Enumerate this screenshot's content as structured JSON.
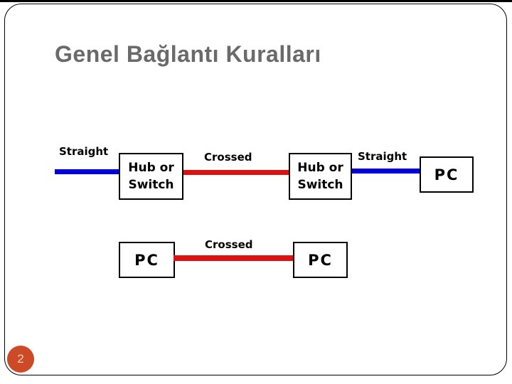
{
  "slide": {
    "title": "Genel Bağlantı Kuralları",
    "page_number": "2"
  },
  "diagram": {
    "colors": {
      "straight_cable": "#0000DD",
      "crossed_cable": "#DD1111",
      "box_border": "#000000",
      "title_text": "#6A6A6A",
      "page_badge": "#CC4A26"
    },
    "top_row": {
      "label_straight_left": "Straight",
      "hub1_line1": "Hub or",
      "hub1_line2": "Switch",
      "label_crossed": "Crossed",
      "hub2_line1": "Hub or",
      "hub2_line2": "Switch",
      "label_straight_right": "Straight",
      "pc_label": "PC"
    },
    "bottom_row": {
      "pc_left_label": "PC",
      "label_crossed": "Crossed",
      "pc_right_label": "PC"
    }
  }
}
